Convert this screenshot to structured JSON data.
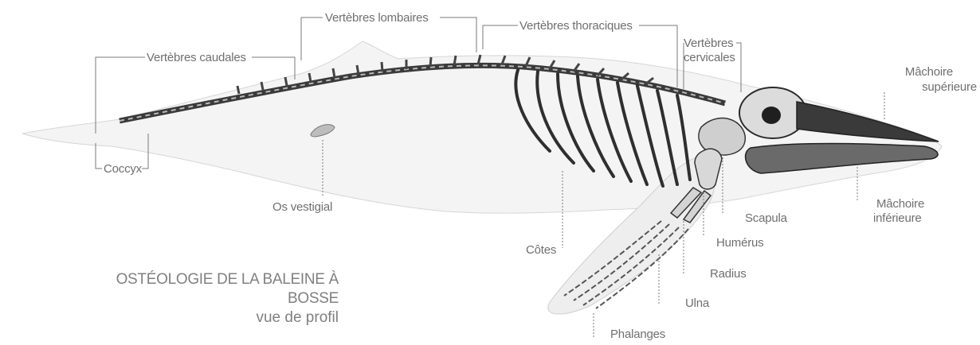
{
  "title": {
    "main": "OSTÉOLOGIE DE LA BALEINE À BOSSE",
    "sub": "vue de profil"
  },
  "labels": {
    "vertebres_lombaires": "Vertèbres lombaires",
    "vertebres_thoraciques": "Vertèbres thoraciques",
    "vertebres_caudales": "Vertèbres caudales",
    "vertebres_cervicales_1": "Vertèbres",
    "vertebres_cervicales_2": "cervicales",
    "machoire_superieure_1": "Mâchoire",
    "machoire_superieure_2": "supérieure",
    "machoire_inferieure_1": "Mâchoire",
    "machoire_inferieure_2": "inférieure",
    "coccyx": "Coccyx",
    "os_vestigial": "Os vestigial",
    "cotes": "Côtes",
    "scapula": "Scapula",
    "humerus": "Humérus",
    "radius": "Radius",
    "ulna": "Ulna",
    "phalanges": "Phalanges"
  },
  "colors": {
    "label_text": "#6f6f6f",
    "leader_line": "#7a7a7a",
    "body_fill": "#f4f4f4",
    "bone_dark": "#2b2b2b"
  }
}
